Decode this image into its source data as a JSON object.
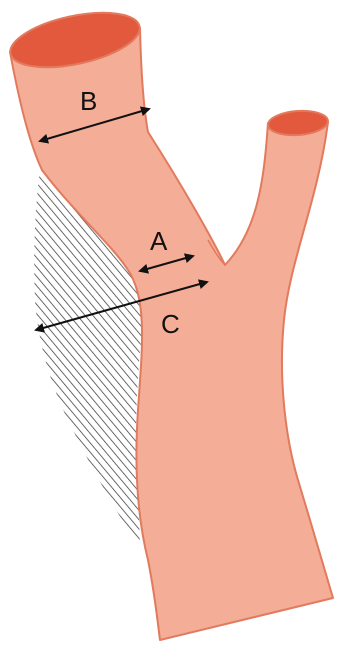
{
  "diagram": {
    "labels": {
      "a": "A",
      "b": "B",
      "c": "C"
    },
    "colors": {
      "vessel_fill": "#f4ad96",
      "vessel_outline": "#e27a5e",
      "lumen_fill": "#e3593e",
      "hatch_stroke": "#3a3a3a",
      "arrow_stroke": "#111111"
    },
    "regions": {
      "plaque": "hatched-region",
      "vessel": "branching-vessel"
    }
  }
}
